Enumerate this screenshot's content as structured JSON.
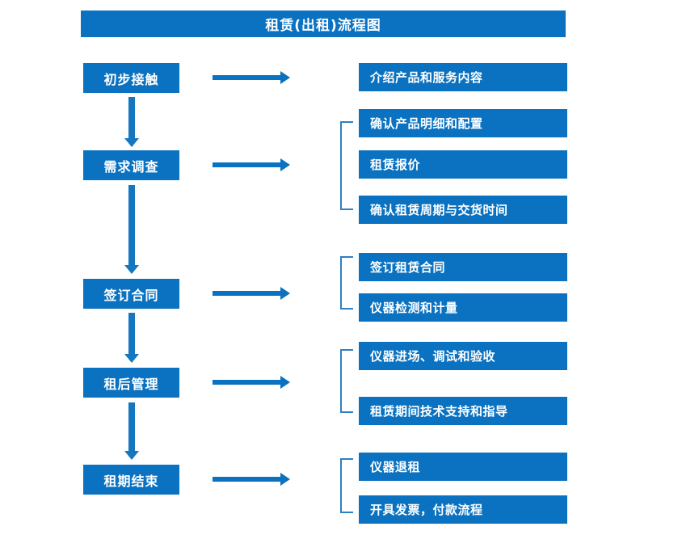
{
  "diagram": {
    "title": "租赁(出租)流程图",
    "accent_color": "#0a72c0",
    "arrow_color": "#1577bf",
    "bracket_color": "#2f7fc4",
    "text_color": "#ffffff",
    "background_color": "#ffffff",
    "stages": [
      {
        "label": "初步接触"
      },
      {
        "label": "需求调查"
      },
      {
        "label": "签订合同"
      },
      {
        "label": "租后管理"
      },
      {
        "label": "租期结束"
      }
    ],
    "details": [
      {
        "label": "介绍产品和服务内容"
      },
      {
        "label": "确认产品明细和配置"
      },
      {
        "label": "租赁报价"
      },
      {
        "label": "确认租赁周期与交货时间"
      },
      {
        "label": "签订租赁合同"
      },
      {
        "label": "仪器检测和计量"
      },
      {
        "label": "仪器进场、调试和验收"
      },
      {
        "label": "租赁期间技术支持和指导"
      },
      {
        "label": "仪器退租"
      },
      {
        "label": "开具发票，付款流程"
      }
    ]
  }
}
